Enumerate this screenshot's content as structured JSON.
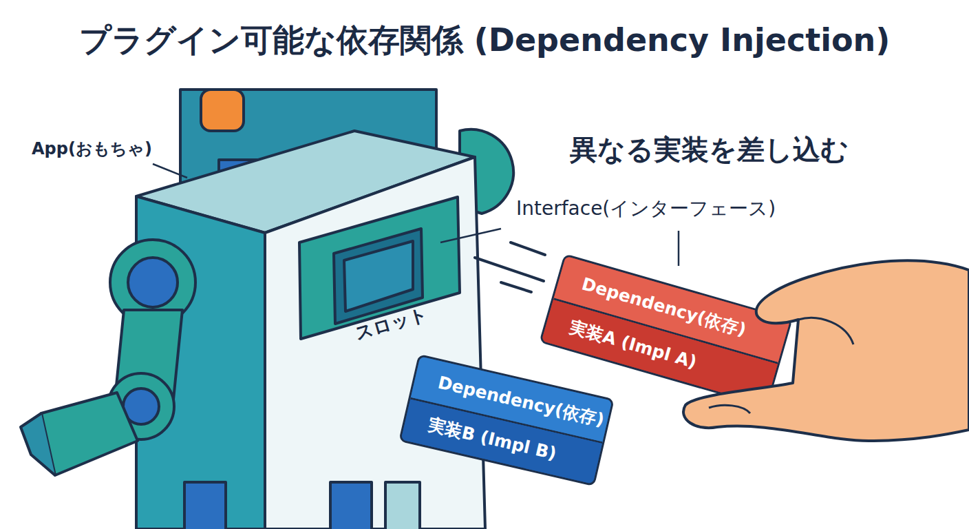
{
  "diagram": {
    "title": "プラグイン可能な依存関係 (Dependency Injection)",
    "nodes": [
      {
        "text": [
          "Dependency(依存)",
          "実装A (Impl A)"
        ]
      },
      {
        "text": [
          "Dependency(依存)",
          "実装B (Impl B)"
        ]
      }
    ],
    "labels": [
      "App(おもちゃ)",
      "異なる実装を差し込む",
      "Interface(インターフェース)",
      "スロット"
    ]
  }
}
